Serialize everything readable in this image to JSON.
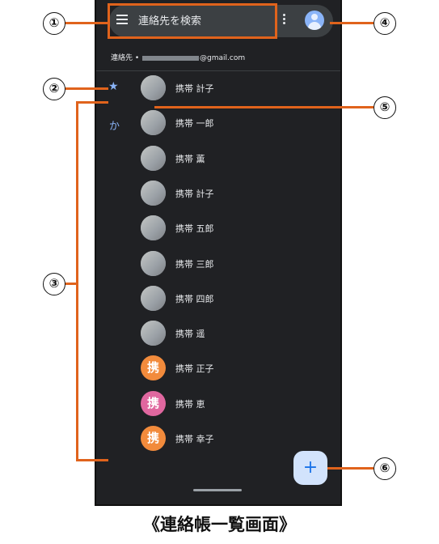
{
  "search": {
    "placeholder": "連絡先を検索"
  },
  "account": {
    "prefix": "連絡先 • ",
    "email_suffix": "@gmail.com"
  },
  "index": {
    "favorites": "★",
    "ka": "か"
  },
  "contacts": [
    {
      "name": "携帯 計子",
      "avatar_type": "photo"
    },
    {
      "name": "携帯 一郎",
      "avatar_type": "photo"
    },
    {
      "name": "携帯 薫",
      "avatar_type": "photo"
    },
    {
      "name": "携帯 計子",
      "avatar_type": "photo"
    },
    {
      "name": "携帯 五郎",
      "avatar_type": "photo"
    },
    {
      "name": "携帯 三郎",
      "avatar_type": "photo"
    },
    {
      "name": "携帯 四郎",
      "avatar_type": "photo"
    },
    {
      "name": "携帯 遥",
      "avatar_type": "photo"
    },
    {
      "name": "携帯 正子",
      "avatar_type": "letter",
      "letter": "携",
      "color": "#f28b3c"
    },
    {
      "name": "携帯 恵",
      "avatar_type": "letter",
      "letter": "携",
      "color": "#e0679f"
    },
    {
      "name": "携帯 幸子",
      "avatar_type": "letter",
      "letter": "携",
      "color": "#f28b3c"
    }
  ],
  "fab": {
    "icon": "+"
  },
  "callouts": [
    "①",
    "②",
    "③",
    "④",
    "⑤",
    "⑥"
  ],
  "caption": "《連絡帳一覧画面》",
  "colors": {
    "accent_line": "#e0631c",
    "background": "#202124",
    "fab_bg": "#d2e3fc"
  }
}
